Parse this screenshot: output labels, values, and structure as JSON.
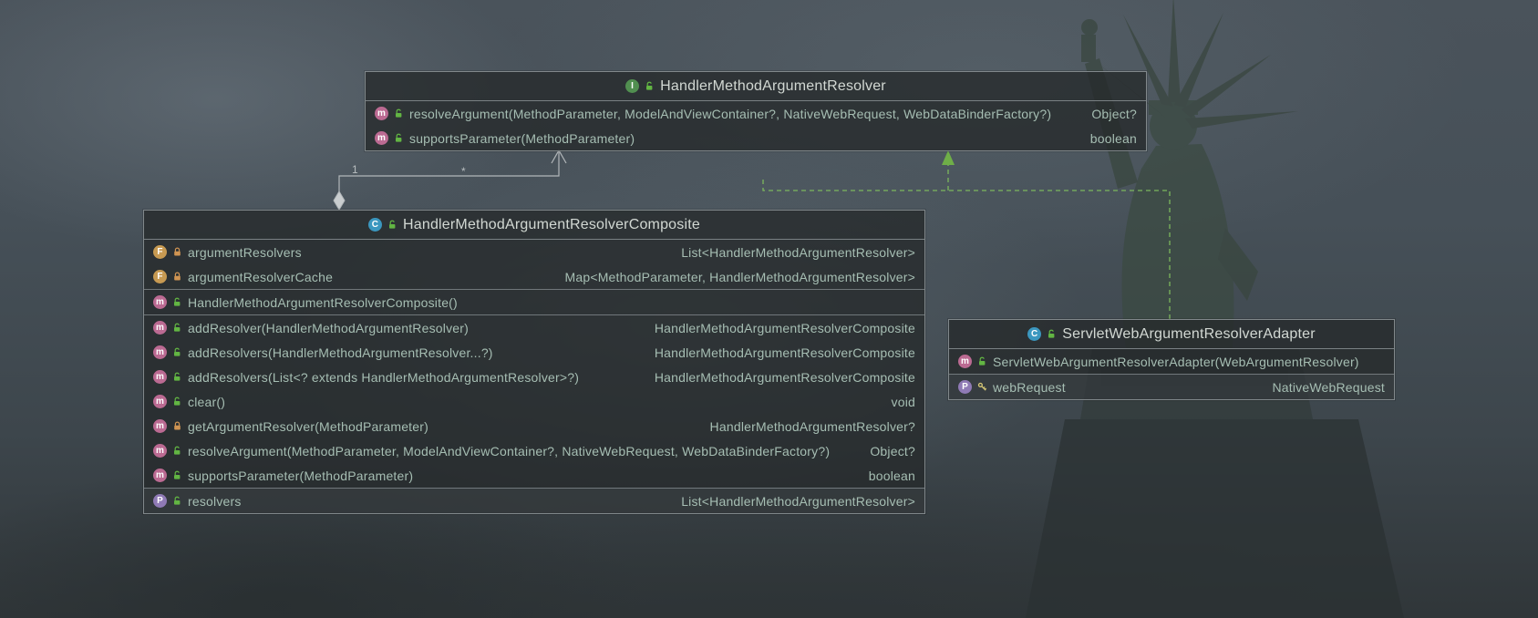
{
  "background": {
    "description": "darkened photo of the Statue of Liberty with clouds"
  },
  "classes": [
    {
      "id": "resolver-interface",
      "kind": "interface",
      "kind_letter": "I",
      "visibility": "public",
      "name": "HandlerMethodArgumentResolver",
      "sections": [
        {
          "name": "methods",
          "rows": [
            {
              "icon": "method-icon",
              "visibility": "public",
              "label": "resolveArgument(MethodParameter, ModelAndViewContainer?, NativeWebRequest, WebDataBinderFactory?)",
              "type": "Object?"
            },
            {
              "icon": "method-icon",
              "visibility": "public",
              "label": "supportsParameter(MethodParameter)",
              "type": "boolean"
            }
          ]
        }
      ]
    },
    {
      "id": "composite",
      "kind": "class",
      "kind_letter": "C",
      "visibility": "public",
      "name": "HandlerMethodArgumentResolverComposite",
      "sections": [
        {
          "name": "fields",
          "rows": [
            {
              "icon": "field-icon",
              "visibility": "private",
              "label": "argumentResolvers",
              "type": "List<HandlerMethodArgumentResolver>"
            },
            {
              "icon": "field-icon",
              "visibility": "private",
              "label": "argumentResolverCache",
              "type": "Map<MethodParameter, HandlerMethodArgumentResolver>"
            }
          ]
        },
        {
          "name": "constructors",
          "rows": [
            {
              "icon": "method-icon",
              "visibility": "public",
              "label": "HandlerMethodArgumentResolverComposite()",
              "type": ""
            }
          ]
        },
        {
          "name": "methods",
          "rows": [
            {
              "icon": "method-icon",
              "visibility": "public",
              "label": "addResolver(HandlerMethodArgumentResolver)",
              "type": "HandlerMethodArgumentResolverComposite"
            },
            {
              "icon": "method-icon",
              "visibility": "public",
              "label": "addResolvers(HandlerMethodArgumentResolver...?)",
              "type": "HandlerMethodArgumentResolverComposite"
            },
            {
              "icon": "method-icon",
              "visibility": "public",
              "label": "addResolvers(List<? extends HandlerMethodArgumentResolver>?)",
              "type": "HandlerMethodArgumentResolverComposite"
            },
            {
              "icon": "method-icon",
              "visibility": "public",
              "label": "clear()",
              "type": "void"
            },
            {
              "icon": "method-icon",
              "visibility": "private",
              "label": "getArgumentResolver(MethodParameter)",
              "type": "HandlerMethodArgumentResolver?"
            },
            {
              "icon": "method-icon",
              "visibility": "public",
              "label": "resolveArgument(MethodParameter, ModelAndViewContainer?, NativeWebRequest, WebDataBinderFactory?)",
              "type": "Object?"
            },
            {
              "icon": "method-icon",
              "visibility": "public",
              "label": "supportsParameter(MethodParameter)",
              "type": "boolean"
            }
          ]
        },
        {
          "name": "properties",
          "rows": [
            {
              "icon": "property-icon",
              "visibility": "public",
              "label": "resolvers",
              "type": "List<HandlerMethodArgumentResolver>",
              "highlighted": true
            }
          ]
        }
      ]
    },
    {
      "id": "adapter",
      "kind": "class",
      "kind_letter": "C",
      "visibility": "public",
      "name": "ServletWebArgumentResolverAdapter",
      "sections": [
        {
          "name": "constructors",
          "rows": [
            {
              "icon": "method-icon",
              "visibility": "public",
              "label": "ServletWebArgumentResolverAdapter(WebArgumentResolver)",
              "type": ""
            }
          ]
        },
        {
          "name": "properties",
          "rows": [
            {
              "icon": "property-icon",
              "visibility": "protected",
              "label": "webRequest",
              "type": "NativeWebRequest"
            }
          ]
        }
      ]
    }
  ],
  "edges": {
    "aggregation": {
      "from": "HandlerMethodArgumentResolverComposite",
      "to": "HandlerMethodArgumentResolver",
      "source_multiplicity": "1",
      "target_multiplicity": "*"
    },
    "realization": {
      "from": [
        "HandlerMethodArgumentResolverComposite",
        "ServletWebArgumentResolverAdapter"
      ],
      "to": "HandlerMethodArgumentResolver",
      "style": "dashed-green"
    }
  },
  "colors": {
    "edge_gray": "#b2b7ba",
    "edge_green": "#7cb75d",
    "interface_icon": "#518f50",
    "class_icon": "#3b97bf",
    "method_icon": "#bb6a92",
    "field_icon": "#c79a52",
    "property_icon": "#8f7ab5"
  }
}
